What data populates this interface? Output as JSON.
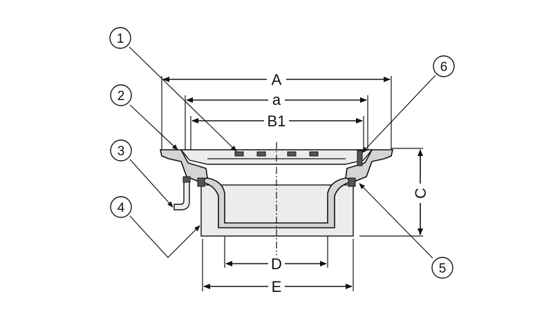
{
  "dimensions": {
    "A": "A",
    "a": "a",
    "B1": "B1",
    "C": "C",
    "D": "D",
    "E": "E"
  },
  "callouts": {
    "c1": "1",
    "c2": "2",
    "c3": "3",
    "c4": "4",
    "c5": "5",
    "c6": "6"
  }
}
